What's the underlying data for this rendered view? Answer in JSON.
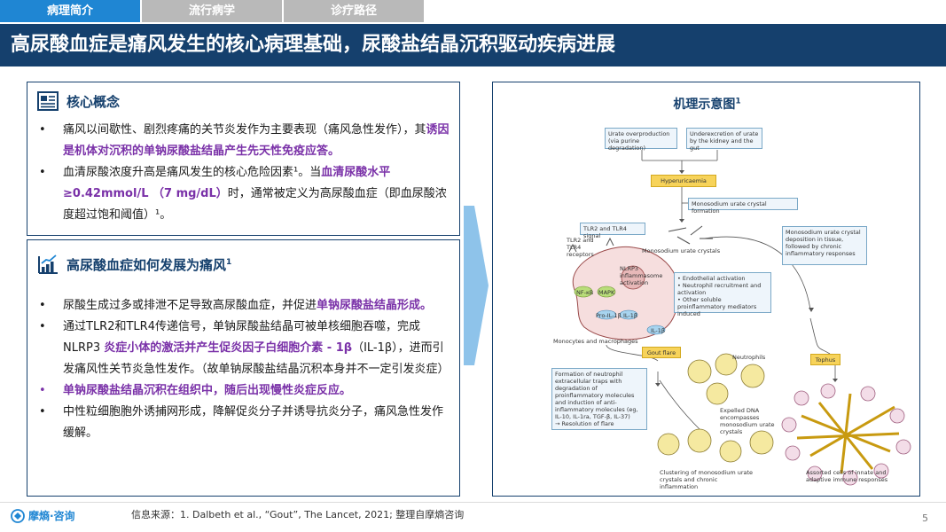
{
  "tabs": [
    {
      "label": "病理简介",
      "active": true
    },
    {
      "label": "流行病学",
      "active": false
    },
    {
      "label": "诊疗路径",
      "active": false
    }
  ],
  "title": "高尿酸血症是痛风发生的核心病理基础，尿酸盐结晶沉积驱动疾病进展",
  "concept": {
    "heading": "核心概念",
    "b1_plain": "痛风以间歇性、剧烈疼痛的关节炎发作为主要表现（痛风急性发作），其",
    "b1_emph": "诱因是机体对沉积的单钠尿酸盐结晶产生先天性免疫应答。",
    "b2_plain1": "血清尿酸浓度升高是痛风发生的核心危险因素¹。当",
    "b2_emph": "血清尿酸水平≥0.42mmol/L （7 mg/dL）",
    "b2_plain2": "时，通常被定义为高尿酸血症（即血尿酸浓度超过饱和阈值）¹。"
  },
  "progress": {
    "heading": "高尿酸血症如何发展为痛风",
    "heading_sup": "1",
    "b1_plain": "尿酸生成过多或排泄不足导致高尿酸血症，并促进",
    "b1_emph": "单钠尿酸盐结晶形成。",
    "b2_plain1": "通过TLR2和TLR4传递信号，单钠尿酸盐结晶可被单核细胞吞噬，完成NLRP3 ",
    "b2_emph": "炎症小体的激活并产生促炎因子白细胞介素 - 1β",
    "b2_plain2": "（IL-1β），进而引发痛风性关节炎急性发作。（故单钠尿酸盐结晶沉积本身并不一定引发炎症）",
    "b3_emph": "单钠尿酸盐结晶沉积在组织中，随后出现慢性炎症反应。",
    "b4_plain": "中性粒细胞胞外诱捕网形成，降解促炎分子并诱导抗炎分子，痛风急性发作缓解。"
  },
  "diagram": {
    "title": "机理示意图",
    "title_sup": "1",
    "urate_over": "Urate overproduction (via purine degradation)",
    "urate_under": "Underexcretion of urate by the kidney and the gut",
    "hyperuricaemia": "Hyperuricaemia",
    "msu_formation": "Monosodium urate crystal formation",
    "tlr_signal": "TLR2 and TLR4 signal",
    "tlr_receptors": "TLR2 and TLR4 receptors",
    "msu_crystals": "Monosodium urate crystals",
    "deposition": "Monosodium urate crystal deposition in tissue, followed by chronic inflammatory responses",
    "nlrp3": "NLRP3 inflammasome activation",
    "nfkb": "NF-κB",
    "mapk": "MAPK",
    "pro_il1b": "Pro-IL-1β",
    "il1b": "IL-1β",
    "activation_list": "• Endothelial activation\n• Neutrophil recruitment and activation\n• Other soluble proinflammatory mediators induced",
    "monocytes": "Monocytes and macrophages",
    "gout_flare": "Gout flare",
    "neutrophils": "Neutrophils",
    "tophus": "Tophus",
    "net_text": "Formation of neutrophil extracellular traps with degradation of proinflammatory molecules and induction of anti-inflammatory molecules (eg, IL-10, IL-1ra, TGF-β, IL-37)\n→ Resolution of flare",
    "dna_text": "Expelled DNA encompasses monosodium urate crystals",
    "clustering": "Clustering of monosodium urate crystals and chronic inflammation",
    "assorted": "Assorted cells of innate and adaptive immune responses"
  },
  "footer": {
    "logo": "摩熵·咨询",
    "source": "信息来源：1. Dalbeth et al., “Gout”, The Lancet, 2021; 整理自摩熵咨询",
    "page": "5"
  },
  "colors": {
    "navy": "#15406d",
    "tab_active": "#1f86d3",
    "tab_inactive": "#b9b9b9",
    "emphasis": "#7a31a8",
    "arrow": "#8ec3ea"
  }
}
